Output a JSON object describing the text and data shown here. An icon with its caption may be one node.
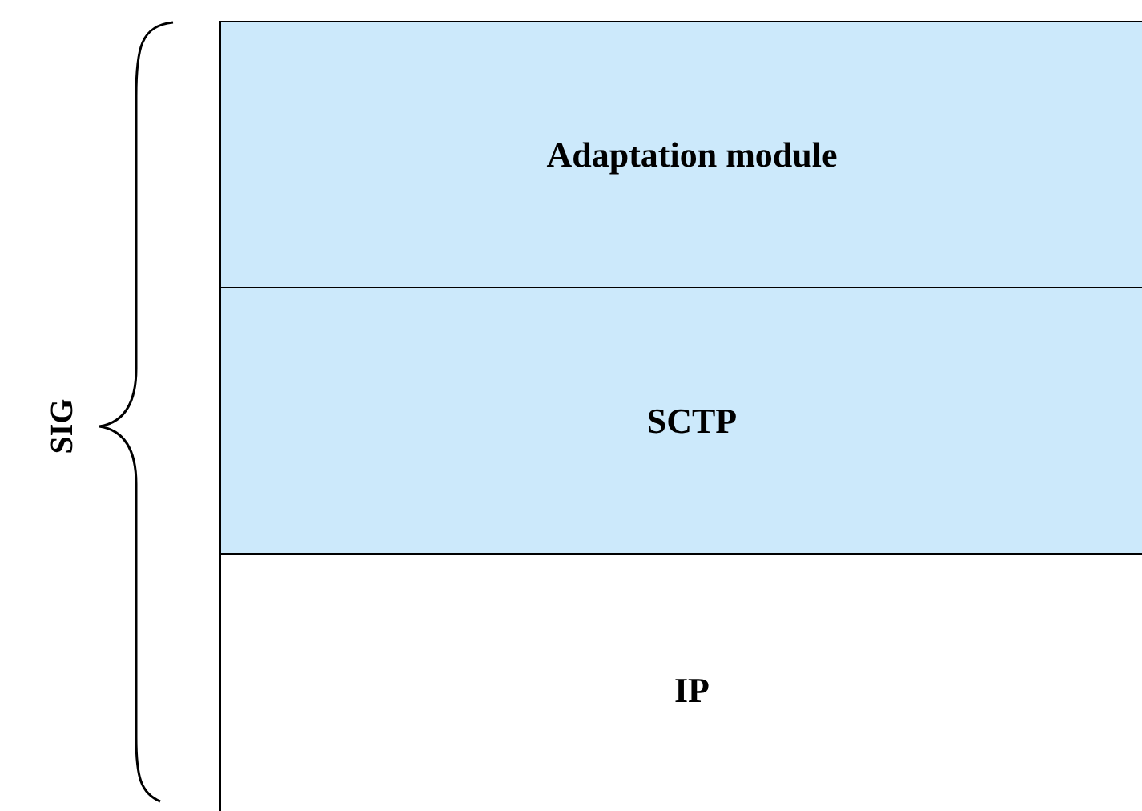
{
  "diagram": {
    "nodes": [
      {
        "text": [
          "Adaptation module"
        ]
      },
      {
        "text": [
          "SCTP"
        ]
      },
      {
        "text": [
          "IP"
        ]
      }
    ],
    "labels": [
      "SIG"
    ]
  }
}
